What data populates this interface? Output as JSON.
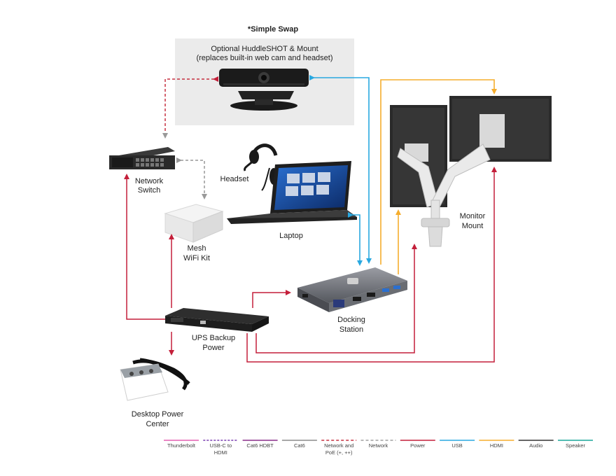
{
  "diagram": {
    "title": "*Simple Swap",
    "huddle_line1": "Optional HuddleSHOT & Mount",
    "huddle_line2": "(replaces built-in web cam and headset)",
    "network_switch": [
      "Network",
      "Switch"
    ],
    "headset": "Headset",
    "mesh_wifi": [
      "Mesh",
      "WiFi Kit"
    ],
    "laptop": "Laptop",
    "docking_station": [
      "Docking",
      "Station"
    ],
    "monitor_mount": [
      "Monitor",
      "Mount"
    ],
    "ups": [
      "UPS Backup",
      "Power"
    ],
    "desktop_power": [
      "Desktop Power",
      "Center"
    ]
  },
  "colors": {
    "thunderbolt": "#e45fb0",
    "usbc_hdmi": "#7a3fb0",
    "cat6_hdbt": "#8a2d8a",
    "cat6": "#8c8c8c",
    "network_poe": "#c63040",
    "network": "#a0a0a0",
    "power": "#c41f3a",
    "usb": "#29a8e0",
    "hdmi": "#f5ad2d",
    "audio": "#333333",
    "speaker": "#1aa79a"
  },
  "legend": [
    {
      "label": "Thunderbolt",
      "color": "#e45fb0",
      "dash": "solid"
    },
    {
      "label": "USB-C to\nHDMI",
      "color": "#7a3fb0",
      "dash": "dash2"
    },
    {
      "label": "Cat6 HDBT",
      "color": "#8a2d8a",
      "dash": "solid"
    },
    {
      "label": "Cat6",
      "color": "#8c8c8c",
      "dash": "solid"
    },
    {
      "label": "Network and\nPoE (+, ++)",
      "color": "#c63040",
      "dash": "dash"
    },
    {
      "label": "Network",
      "color": "#a0a0a0",
      "dash": "dash"
    },
    {
      "label": "Power",
      "color": "#c41f3a",
      "dash": "solid"
    },
    {
      "label": "USB",
      "color": "#29a8e0",
      "dash": "solid"
    },
    {
      "label": "HDMI",
      "color": "#f5ad2d",
      "dash": "solid"
    },
    {
      "label": "Audio",
      "color": "#333333",
      "dash": "solid"
    },
    {
      "label": "Speaker",
      "color": "#1aa79a",
      "dash": "solid"
    }
  ]
}
